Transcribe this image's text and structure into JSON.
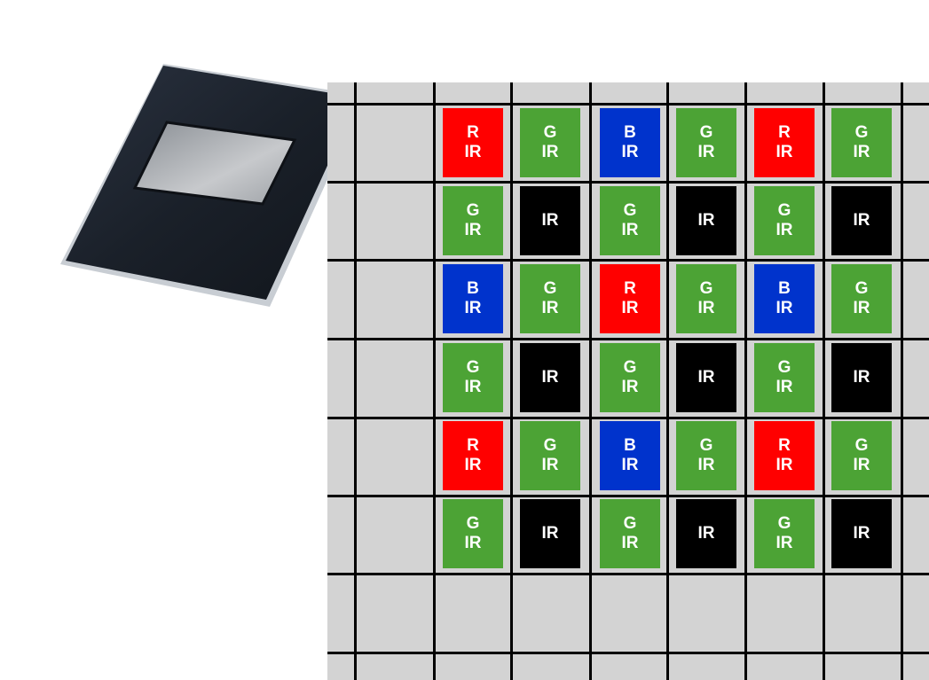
{
  "colors": {
    "R": "#ff0000",
    "G": "#4ca335",
    "B": "#0033cc",
    "IR": "#000000",
    "background": "#d3d3d3",
    "grid": "#000000"
  },
  "pattern": [
    [
      [
        "R",
        "IR"
      ],
      [
        "G",
        "IR"
      ],
      [
        "B",
        "IR"
      ],
      [
        "G",
        "IR"
      ],
      [
        "R",
        "IR"
      ],
      [
        "G",
        "IR"
      ]
    ],
    [
      [
        "G",
        "IR"
      ],
      [
        "IR"
      ],
      [
        "G",
        "IR"
      ],
      [
        "IR"
      ],
      [
        "G",
        "IR"
      ],
      [
        "IR"
      ]
    ],
    [
      [
        "B",
        "IR"
      ],
      [
        "G",
        "IR"
      ],
      [
        "R",
        "IR"
      ],
      [
        "G",
        "IR"
      ],
      [
        "B",
        "IR"
      ],
      [
        "G",
        "IR"
      ]
    ],
    [
      [
        "G",
        "IR"
      ],
      [
        "IR"
      ],
      [
        "G",
        "IR"
      ],
      [
        "IR"
      ],
      [
        "G",
        "IR"
      ],
      [
        "IR"
      ]
    ],
    [
      [
        "R",
        "IR"
      ],
      [
        "G",
        "IR"
      ],
      [
        "B",
        "IR"
      ],
      [
        "G",
        "IR"
      ],
      [
        "R",
        "IR"
      ],
      [
        "G",
        "IR"
      ]
    ],
    [
      [
        "G",
        "IR"
      ],
      [
        "IR"
      ],
      [
        "G",
        "IR"
      ],
      [
        "IR"
      ],
      [
        "G",
        "IR"
      ],
      [
        "IR"
      ]
    ]
  ]
}
